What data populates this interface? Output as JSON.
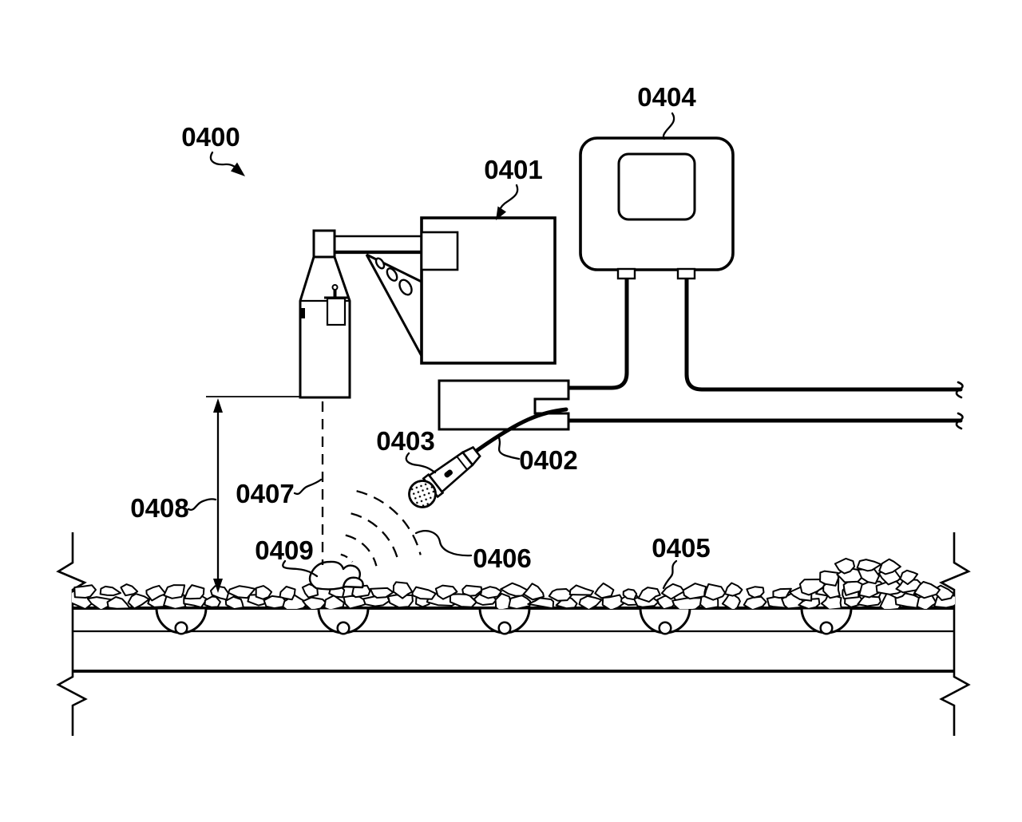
{
  "figure": {
    "kind": "patent-line-drawing",
    "labels": {
      "n0400": "0400",
      "n0401": "0401",
      "n0402": "0402",
      "n0403": "0403",
      "n0404": "0404",
      "n0405": "0405",
      "n0406": "0406",
      "n0407": "0407",
      "n0408": "0408",
      "n0409": "0409"
    },
    "ink_color": "#000000",
    "background_color": "#ffffff"
  }
}
